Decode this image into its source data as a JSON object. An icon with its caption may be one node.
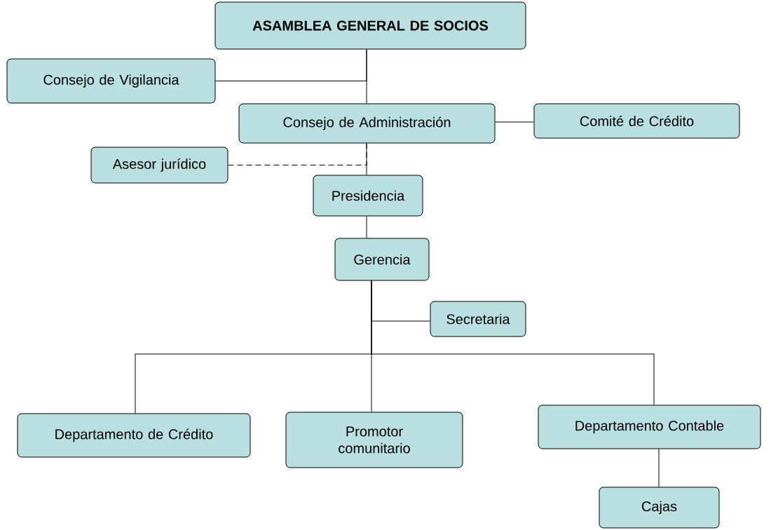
{
  "diagram": {
    "nodes": [
      {
        "text": [
          "ASAMBLEA GENERAL DE SOCIOS"
        ]
      },
      {
        "text": [
          "Consejo de Vigilancia"
        ]
      },
      {
        "text": [
          "Consejo de Administración"
        ]
      },
      {
        "text": [
          "Comité de Crédito"
        ]
      },
      {
        "text": [
          "Asesor jurídico"
        ]
      },
      {
        "text": [
          "Presidencia"
        ]
      },
      {
        "text": [
          "Gerencia"
        ]
      },
      {
        "text": [
          "Secretaria"
        ]
      },
      {
        "text": [
          "Departamento de Crédito"
        ]
      },
      {
        "text": [
          "Promotor comunitario"
        ]
      },
      {
        "text": [
          "Departamento Contable"
        ]
      },
      {
        "text": [
          "Cajas"
        ]
      }
    ],
    "edges": [
      {
        "from": 0,
        "to": 2,
        "arrow": "none"
      },
      {
        "from": 1,
        "to": 0,
        "arrow": "none"
      },
      {
        "from": 2,
        "to": 3,
        "arrow": "none"
      },
      {
        "from": 2,
        "to": 5,
        "arrow": "none"
      },
      {
        "from": 4,
        "to": 2,
        "arrow": "none",
        "style": "dashed"
      },
      {
        "from": 5,
        "to": 6,
        "arrow": "none"
      },
      {
        "from": 6,
        "to": 7,
        "arrow": "none"
      },
      {
        "from": 6,
        "to": 8,
        "arrow": "none"
      },
      {
        "from": 6,
        "to": 9,
        "arrow": "none"
      },
      {
        "from": 6,
        "to": 10,
        "arrow": "none"
      },
      {
        "from": 10,
        "to": 11,
        "arrow": "none"
      }
    ]
  }
}
